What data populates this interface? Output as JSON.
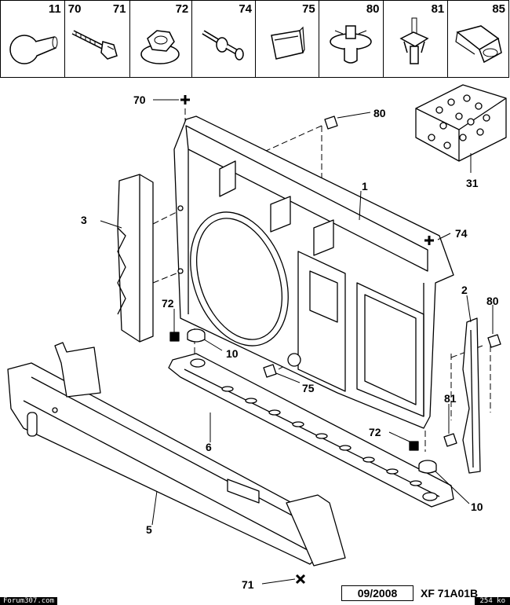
{
  "legend": [
    {
      "id": "11",
      "icon": "bulb-clip-icon"
    },
    {
      "id": "70",
      "icon": "bolt-icon"
    },
    {
      "id": "71",
      "icon": "bolt-icon"
    },
    {
      "id": "72",
      "icon": "flange-nut-icon"
    },
    {
      "id": "74",
      "icon": "stud-bolt-icon"
    },
    {
      "id": "75",
      "icon": "bracket-clip-icon"
    },
    {
      "id": "80",
      "icon": "push-rivet-icon"
    },
    {
      "id": "81",
      "icon": "spring-clip-icon"
    },
    {
      "id": "85",
      "icon": "duct-clip-icon"
    }
  ],
  "callouts": {
    "c70": "70",
    "c80_top": "80",
    "c1": "1",
    "c31": "31",
    "c3": "3",
    "c74": "74",
    "c2": "2",
    "c80_right": "80",
    "c72_left": "72",
    "c10_left": "10",
    "c75": "75",
    "c81": "81",
    "c6": "6",
    "c72_right": "72",
    "c10_right": "10",
    "c5": "5",
    "c71": "71"
  },
  "footer": {
    "date": "09/2008",
    "code": "XF 71A01B",
    "site": "Forum307.com",
    "size": "254 ko"
  }
}
